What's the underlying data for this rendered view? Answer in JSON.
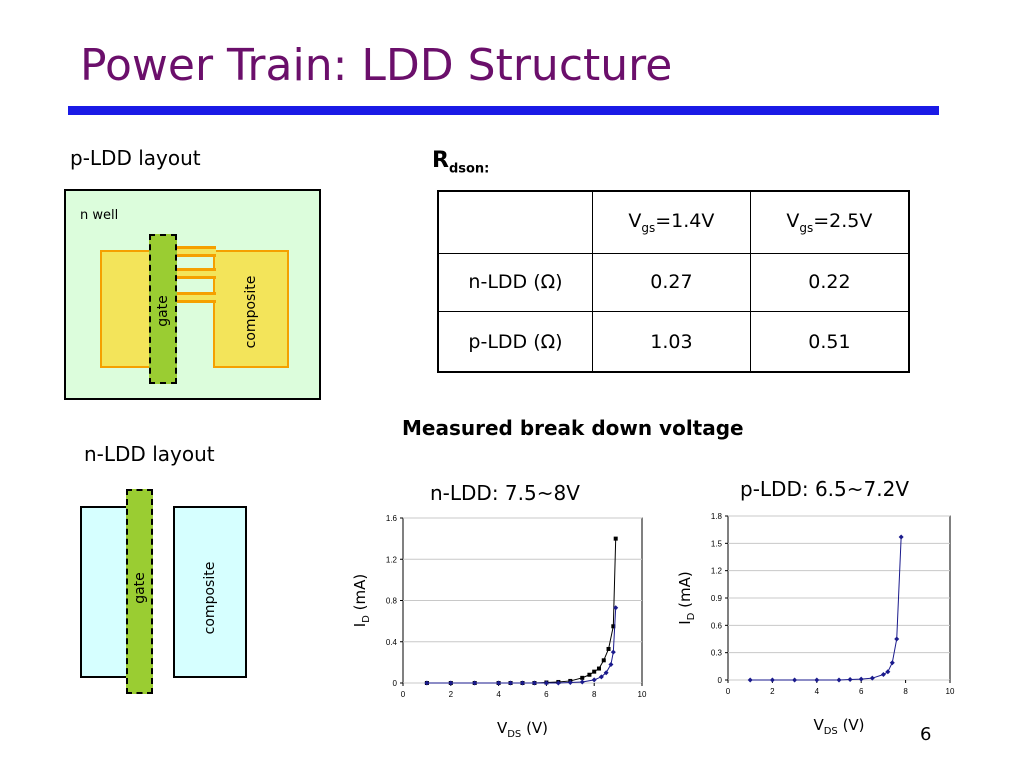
{
  "slide": {
    "title": "Power Train: LDD Structure",
    "page_number": "6",
    "accent_color": "#1a1ae6",
    "title_color": "#6b0f6b"
  },
  "p_ldd": {
    "caption": "p-LDD layout",
    "well_label": "n well",
    "gate_label": "gate",
    "composite_label": "composite"
  },
  "n_ldd": {
    "caption": "n-LDD layout",
    "gate_label": "gate",
    "composite_label": "composite"
  },
  "rdson": {
    "label_main": "R",
    "label_sub": "dson:",
    "columns": [
      {
        "main": "V",
        "sub": "gs",
        "rest": "=1.4V"
      },
      {
        "main": "V",
        "sub": "gs",
        "rest": "=2.5V"
      }
    ],
    "rows": [
      {
        "label": "n-LDD (Ω)",
        "values": [
          "0.27",
          "0.22"
        ]
      },
      {
        "label": "p-LDD (Ω)",
        "values": [
          "1.03",
          "0.51"
        ]
      }
    ]
  },
  "breakdown_heading": "Measured break down voltage",
  "chart_data": [
    {
      "type": "scatter",
      "title": "n-LDD: 7.5~8V",
      "xlabel_main": "V",
      "xlabel_sub": "DS",
      "xlabel_rest": " (V)",
      "ylabel_main": "I",
      "ylabel_sub": "D",
      "ylabel_rest": " (mA)",
      "xlim": [
        0,
        10
      ],
      "ylim": [
        0,
        1.6
      ],
      "xticks": [
        "0",
        "2",
        "4",
        "6",
        "8",
        "10"
      ],
      "yticks": [
        "0",
        "0.4",
        "0.8",
        "1.2",
        "1.6"
      ],
      "grid": true,
      "series": [
        {
          "marker": "square",
          "color": "#000000",
          "x": [
            1,
            2,
            3,
            4,
            4.5,
            5,
            5.5,
            6,
            6.5,
            7,
            7.5,
            7.8,
            8.0,
            8.2,
            8.4,
            8.6,
            8.8,
            8.9
          ],
          "y": [
            0,
            0,
            0,
            0,
            0,
            0,
            0,
            0.005,
            0.01,
            0.02,
            0.05,
            0.08,
            0.11,
            0.14,
            0.22,
            0.33,
            0.55,
            1.4
          ]
        },
        {
          "marker": "diamond",
          "color": "#1a1a8c",
          "x": [
            1,
            2,
            3,
            4,
            4.5,
            5,
            5.5,
            6,
            6.5,
            7,
            7.5,
            8.0,
            8.3,
            8.5,
            8.7,
            8.8,
            8.9
          ],
          "y": [
            0,
            0,
            0,
            0,
            0,
            0,
            0,
            0,
            0,
            0.005,
            0.01,
            0.03,
            0.06,
            0.1,
            0.18,
            0.3,
            0.73
          ]
        }
      ]
    },
    {
      "type": "line",
      "title": "p-LDD: 6.5~7.2V",
      "xlabel_main": "V",
      "xlabel_sub": "DS",
      "xlabel_rest": " (V)",
      "ylabel_main": "I",
      "ylabel_sub": "D",
      "ylabel_rest": " (mA)",
      "xlim": [
        0,
        10
      ],
      "ylim": [
        0,
        1.8
      ],
      "xticks": [
        "0",
        "2",
        "4",
        "6",
        "8",
        "10"
      ],
      "yticks": [
        "0",
        "0.3",
        "0.6",
        "0.9",
        "1.2",
        "1.5",
        "1.8"
      ],
      "grid": true,
      "series": [
        {
          "marker": "diamond",
          "color": "#1a1a8c",
          "x": [
            1,
            2,
            3,
            4,
            5,
            5.5,
            6,
            6.5,
            7,
            7.2,
            7.4,
            7.6,
            7.8
          ],
          "y": [
            0,
            0,
            0,
            0,
            0,
            0.005,
            0.01,
            0.02,
            0.06,
            0.09,
            0.19,
            0.45,
            1.57
          ]
        }
      ]
    }
  ]
}
